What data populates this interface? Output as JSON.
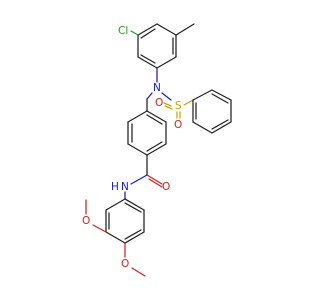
{
  "molecule": {
    "atom_labels": {
      "cl": "Cl",
      "n_sulfonamide": "N",
      "s": "S",
      "o_sulfonyl_1": "O",
      "o_sulfonyl_2": "O",
      "o_carbonyl": "O",
      "n_amide": "N",
      "h_amide": "H",
      "o_methoxy_1": "O",
      "o_methoxy_2": "O"
    },
    "colors": {
      "bond": "#222222",
      "oxygen": "#d62020",
      "nitrogen": "#1a1acc",
      "sulfur": "#c9a300",
      "chlorine": "#1fa01f"
    }
  }
}
